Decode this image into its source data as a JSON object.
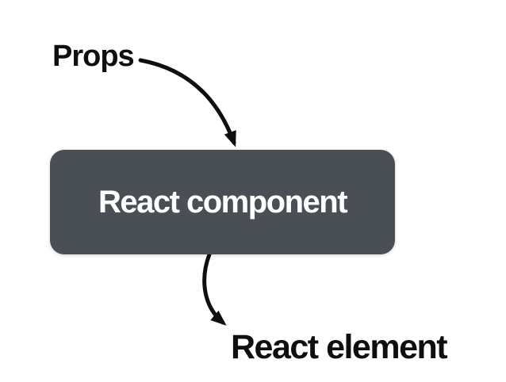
{
  "diagram": {
    "props_label": "Props",
    "component_box": {
      "label": "React component"
    },
    "element_label": "React element"
  },
  "colors": {
    "bg": "#ffffff",
    "box-fill": "#4a4e55",
    "box-text": "#ffffff",
    "label-text": "#0f0f0f",
    "arrow": "#0f0f0f"
  }
}
